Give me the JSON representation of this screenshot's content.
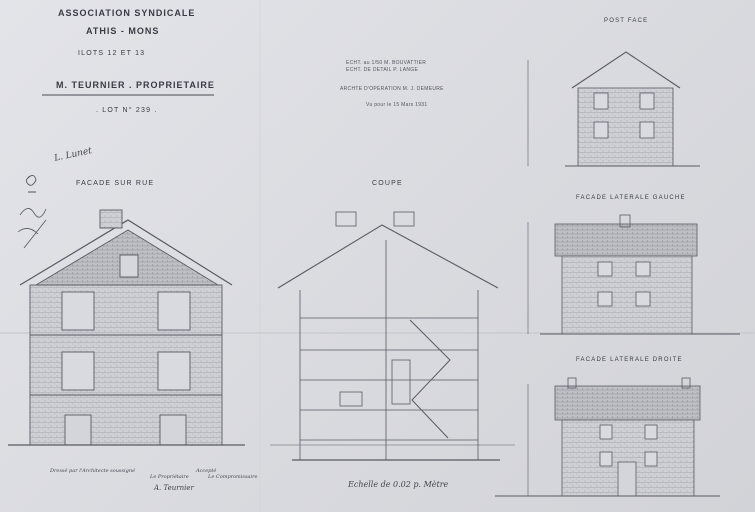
{
  "header": {
    "association": "ASSOCIATION SYNDICALE",
    "place": "ATHIS - MONS",
    "ilots": "ILOTS 12 ET 13",
    "owner": "M. TEURNIER . PROPRIETAIRE",
    "lot": ". LOT N° 239 ."
  },
  "views": {
    "facade_rue": "FACADE SUR RUE",
    "coupe": "COUPE",
    "post_face": "POST FACE",
    "lat_gauche": "FACADE LATERALE GAUCHE",
    "lat_droite": "FACADE LATERALE DROITE"
  },
  "annotations": {
    "center_block_1": "ECHT. au 1/50     M. BOUVATTIER",
    "center_block_2": "ECHT. DE DETAIL    P. LANGE",
    "center_block_3": "ARCHTE D'OPERATION   M. J. DEMEURE",
    "center_block_4": "Vu pour le 15 Mars 1931",
    "scale_note": "Echelle de 0.02 p. Mètre",
    "sig_1": "Dressé par l'Architecte soussigné",
    "sig_2": "Le Propriétaire",
    "sig_3": "Accepté",
    "sig_4": "Le Compromissaire",
    "hand_1": "L. Lunet",
    "hand_2": "A. Teurnier"
  }
}
